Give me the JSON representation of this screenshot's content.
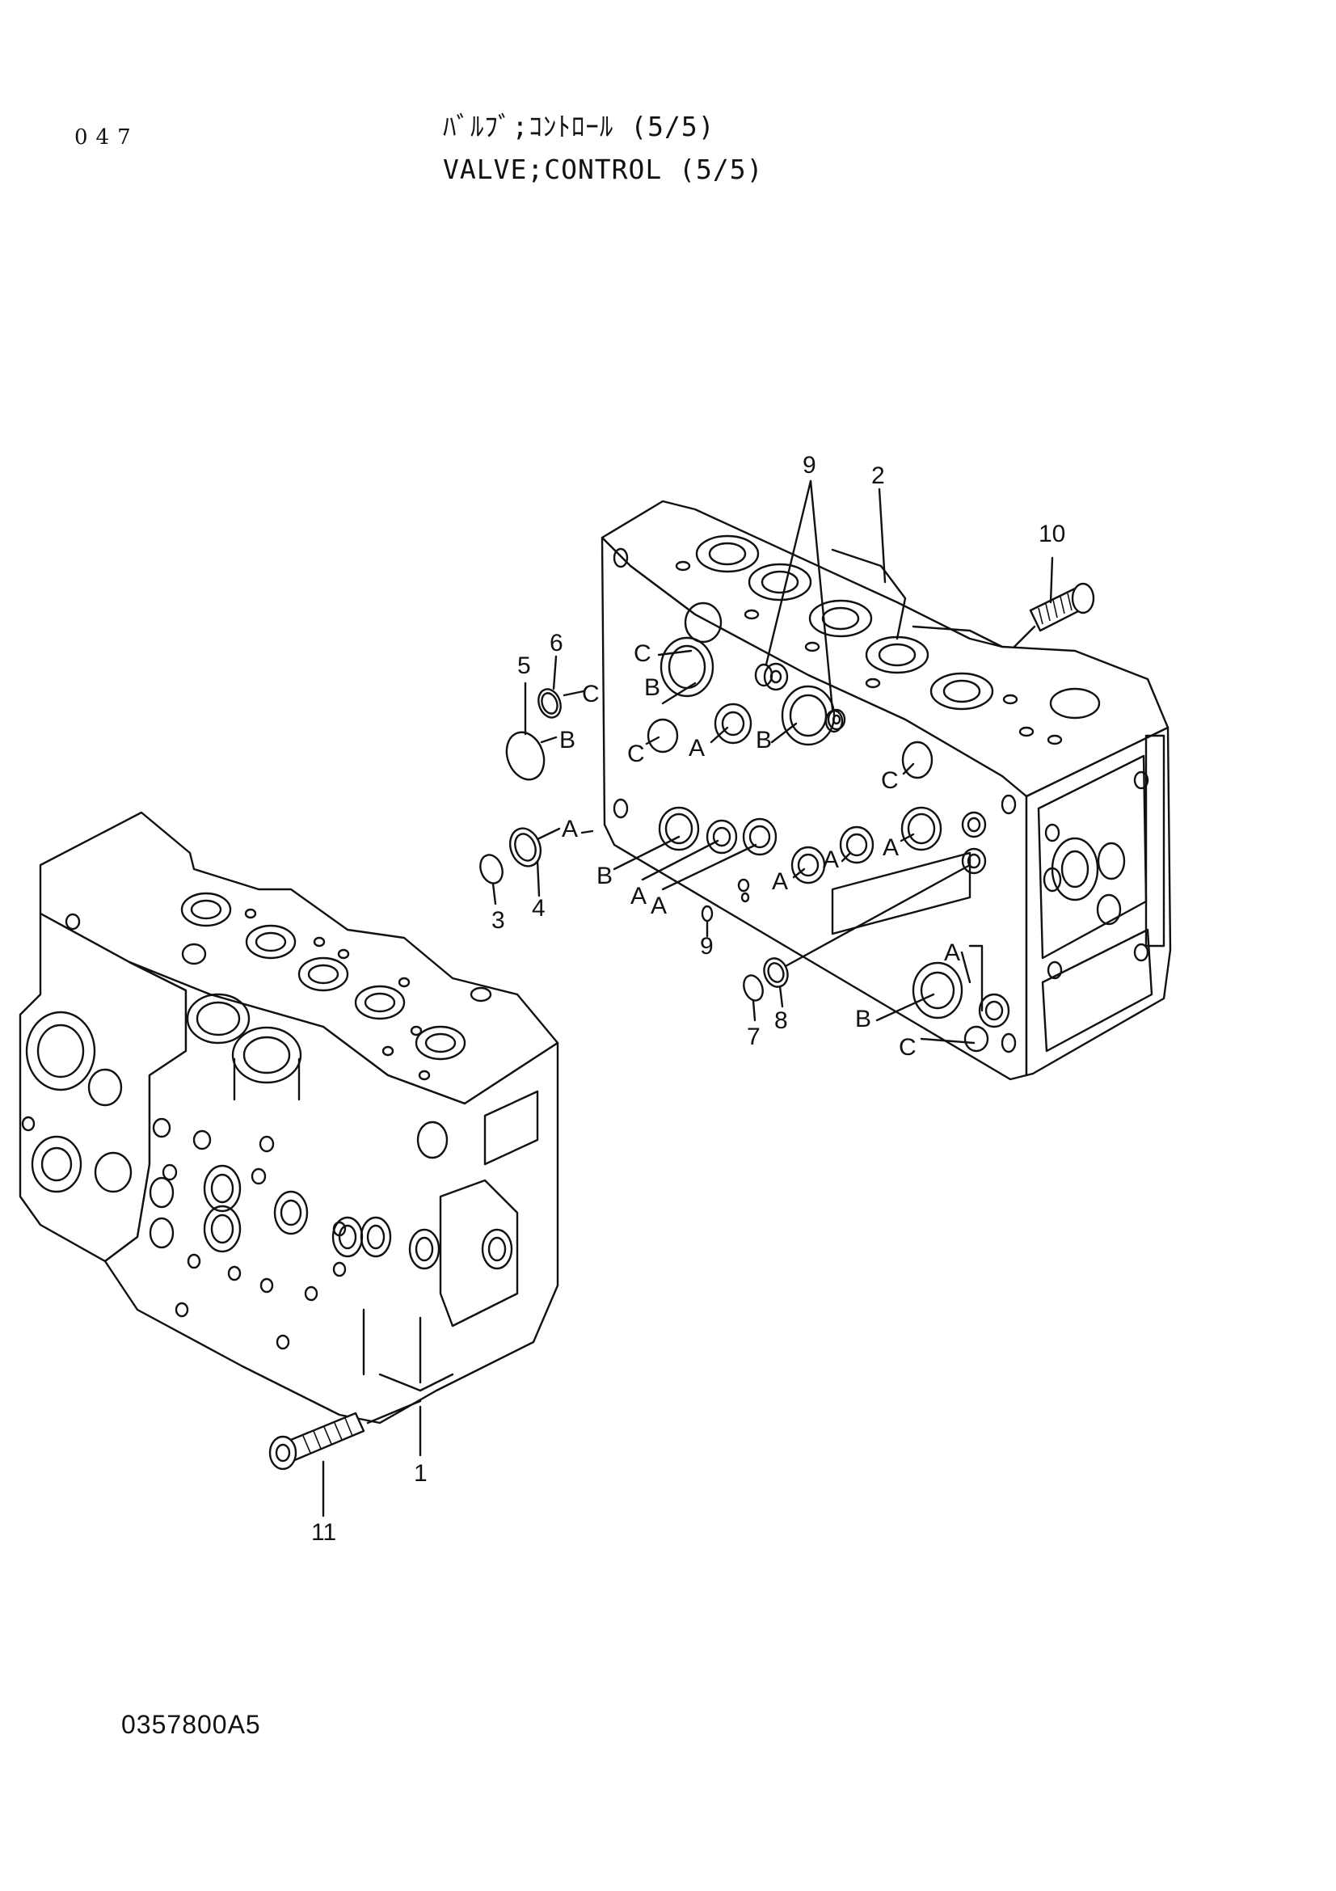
{
  "header": {
    "page_number": "047",
    "title_jp": "ﾊﾞﾙﾌﾞ;ｺﾝﾄﾛｰﾙ (5/5)",
    "title_en": "VALVE;CONTROL (5/5)"
  },
  "footer": {
    "drawing_number": "0357800A5"
  },
  "callouts": [
    {
      "id": "c9a",
      "label": "9"
    },
    {
      "id": "c2",
      "label": "2"
    },
    {
      "id": "c10",
      "label": "10"
    },
    {
      "id": "c5",
      "label": "5"
    },
    {
      "id": "c6",
      "label": "6"
    },
    {
      "id": "c3",
      "label": "3"
    },
    {
      "id": "c4",
      "label": "4"
    },
    {
      "id": "c9b",
      "label": "9"
    },
    {
      "id": "c7",
      "label": "7"
    },
    {
      "id": "c8",
      "label": "8"
    },
    {
      "id": "c1",
      "label": "1"
    },
    {
      "id": "c11",
      "label": "11"
    }
  ],
  "port_letters": {
    "a": "A",
    "b": "B",
    "c": "C"
  }
}
